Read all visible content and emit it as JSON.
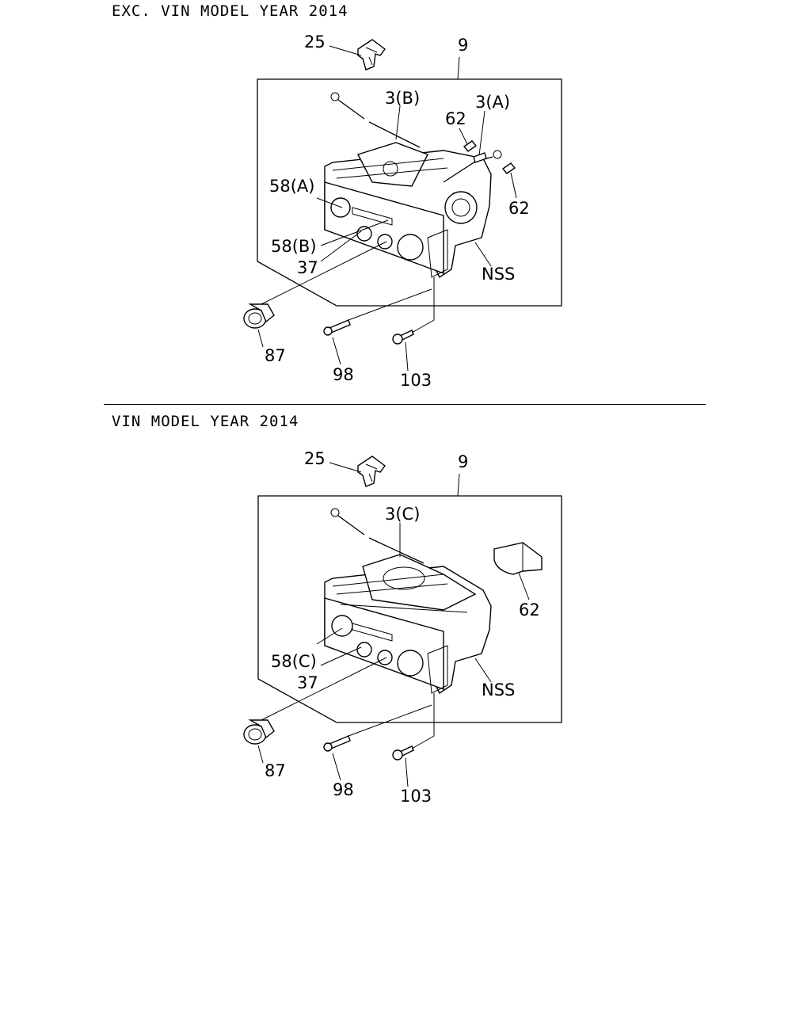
{
  "sections": [
    {
      "title": "EXC. VIN MODEL YEAR 2014",
      "labels": {
        "l25": "25",
        "l9": "9",
        "l3": "3(B)",
        "l3a": "3(A)",
        "l62a": "62",
        "l62b": "62",
        "l58a": "58(A)",
        "l58b": "58(B)",
        "l37": "37",
        "lnss": "NSS",
        "l87": "87",
        "l98": "98",
        "l103": "103"
      }
    },
    {
      "title": "VIN MODEL YEAR 2014",
      "labels": {
        "l25": "25",
        "l9": "9",
        "l3": "3(C)",
        "l62": "62",
        "l58": "58(C)",
        "l37": "37",
        "lnss": "NSS",
        "l87": "87",
        "l98": "98",
        "l103": "103"
      }
    }
  ]
}
